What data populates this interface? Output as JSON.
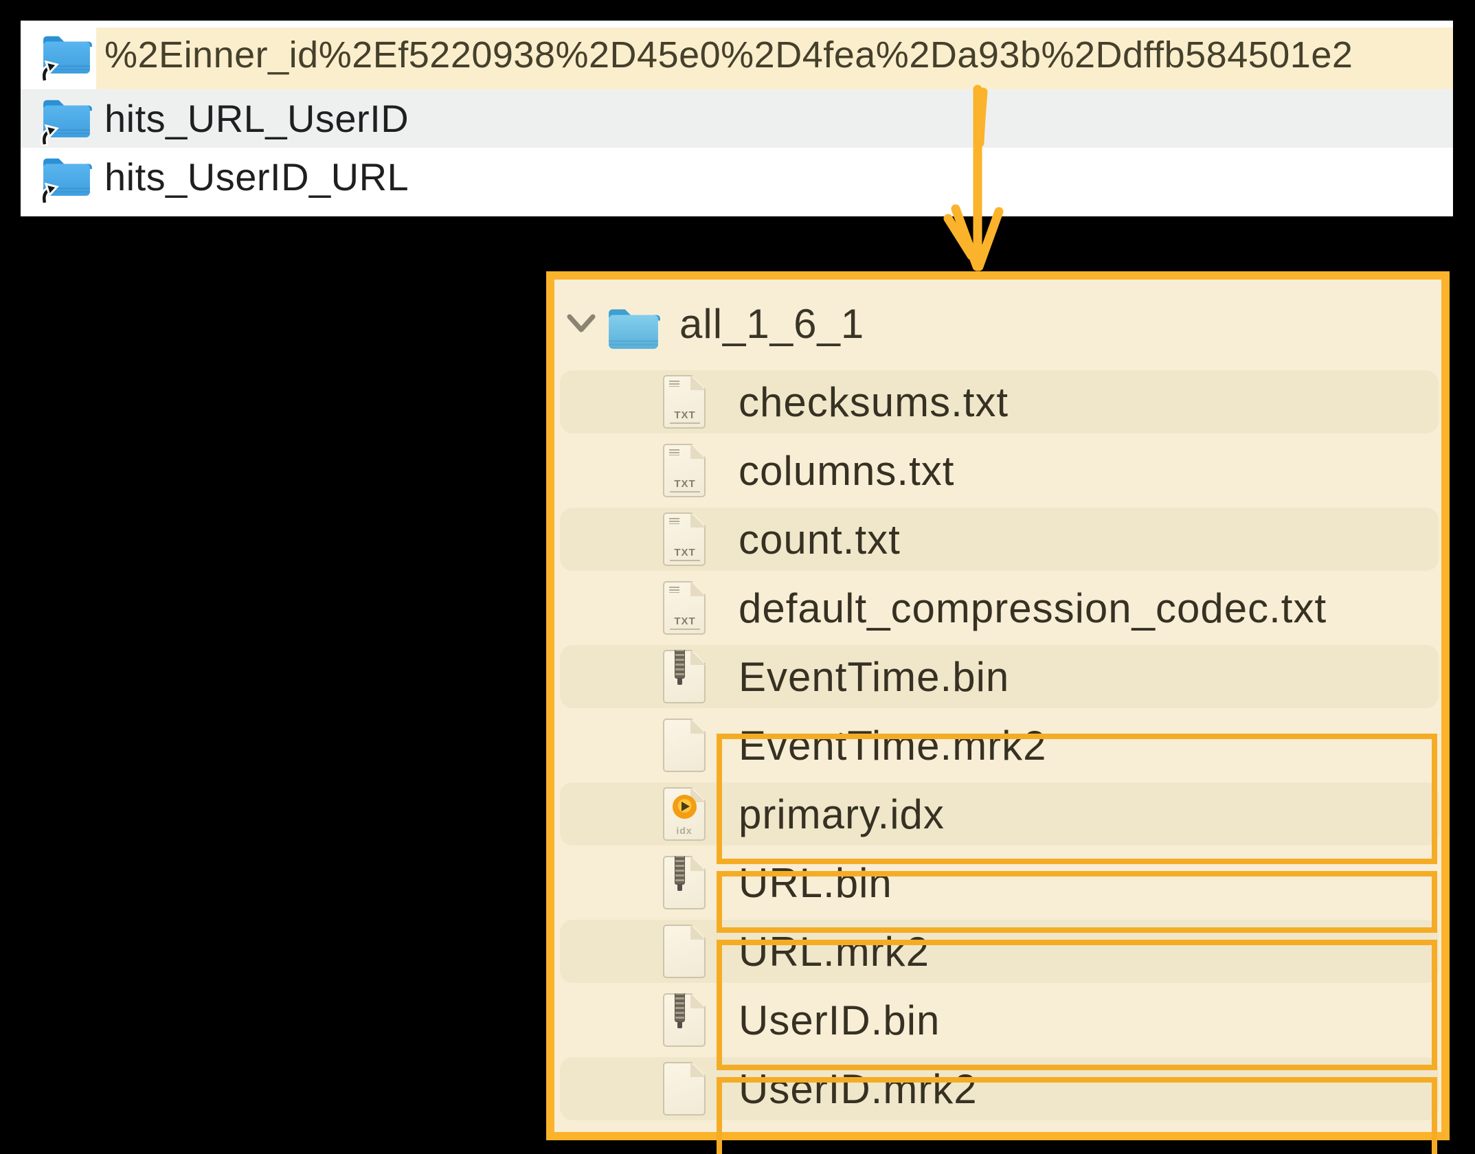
{
  "finder": {
    "rows": [
      {
        "name": "%2Einner_id%2Ef5220938%2D45e0%2D4fea%2Da93b%2Ddffb584501e2",
        "icon": "alias-folder",
        "highlighted": true
      },
      {
        "name": "hits_URL_UserID",
        "icon": "alias-folder",
        "highlighted": false
      },
      {
        "name": "hits_UserID_URL",
        "icon": "alias-folder",
        "highlighted": false
      }
    ],
    "highlight_color": "#FAEECD",
    "alt_row_color": "#EEF0F0"
  },
  "arrow": {
    "direction": "down",
    "color": "#FBB32B"
  },
  "tree": {
    "root": {
      "name": "all_1_6_1",
      "icon": "folder",
      "expanded": true
    },
    "files": [
      {
        "name": "checksums.txt",
        "icon": "txt"
      },
      {
        "name": "columns.txt",
        "icon": "txt"
      },
      {
        "name": "count.txt",
        "icon": "txt"
      },
      {
        "name": "default_compression_codec.txt",
        "icon": "txt"
      },
      {
        "name": "EventTime.bin",
        "icon": "bin"
      },
      {
        "name": "EventTime.mrk2",
        "icon": "blank"
      },
      {
        "name": "primary.idx",
        "icon": "idx"
      },
      {
        "name": "URL.bin",
        "icon": "bin"
      },
      {
        "name": "URL.mrk2",
        "icon": "blank"
      },
      {
        "name": "UserID.bin",
        "icon": "bin"
      },
      {
        "name": "UserID.mrk2",
        "icon": "blank"
      }
    ],
    "txt_icon_label": "TXT",
    "idx_icon_label": "idx",
    "panel_background": "#F8EED6",
    "alt_row_color": "#F0E7CB",
    "panel_border_color": "#FBB32B",
    "box_border_color": "#F5AC25",
    "group_boxes": [
      {
        "covers": [
          "EventTime.bin",
          "EventTime.mrk2"
        ]
      },
      {
        "covers": [
          "primary.idx"
        ]
      },
      {
        "covers": [
          "URL.bin",
          "URL.mrk2"
        ]
      },
      {
        "covers": [
          "UserID.bin",
          "UserID.mrk2"
        ]
      }
    ]
  }
}
